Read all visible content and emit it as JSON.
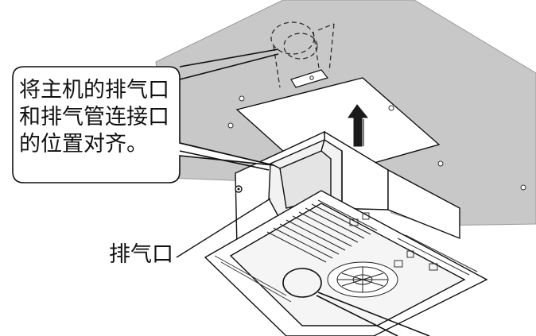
{
  "callout": {
    "line1": "将主机的排气口",
    "line2": "和排气管连接口",
    "line3": "的位置对齐。"
  },
  "labels": {
    "exhaust_outlet": "排气口"
  },
  "colors": {
    "ceiling_gray": "#c8c8c8",
    "panel_white": "#ffffff",
    "line_black": "#111111",
    "arrow_black": "#1a1a1a"
  }
}
